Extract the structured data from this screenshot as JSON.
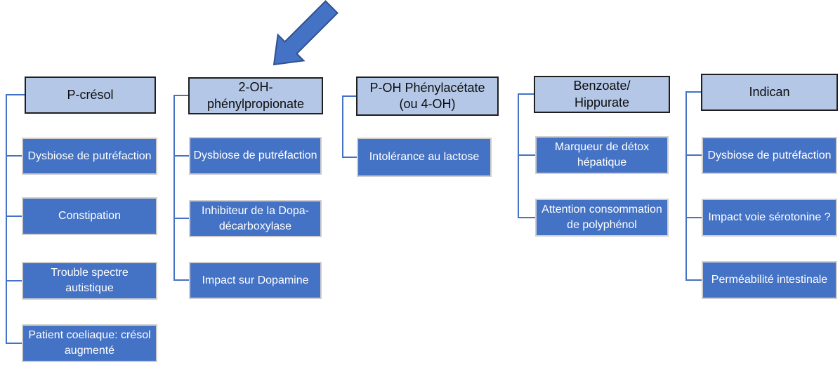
{
  "diagram": {
    "title_hint": "metabolite markers mind-map",
    "colors": {
      "header_fill": "#B4C7E7",
      "header_border": "#1F1F1F",
      "header_text": "#0D0D0D",
      "child_fill": "#4472C4",
      "child_border": "#D0CECE",
      "child_text": "#FFFFFF",
      "connector": "#4472C4",
      "arrow_fill": "#4472C4",
      "arrow_outline": "#2F528F"
    },
    "arrow": {
      "icon": "down-left-block-arrow",
      "points_at": "2-OH-phénylpropionate"
    },
    "columns": [
      {
        "header": "P-crésol",
        "children": [
          "Dysbiose de putréfaction",
          "Constipation",
          "Trouble spectre\nautistique",
          "Patient coeliaque: crésol\naugmenté"
        ]
      },
      {
        "header": "2-OH-\nphénylpropionate",
        "children": [
          "Dysbiose de putréfaction",
          "Inhibiteur de la Dopa-\ndécarboxylase",
          "Impact sur Dopamine"
        ]
      },
      {
        "header": "P-OH Phénylacétate\n(ou 4-OH)",
        "children": [
          "Intolérance au lactose"
        ]
      },
      {
        "header": "Benzoate/\nHippurate",
        "children": [
          "Marqueur de détox\nhépatique",
          "Attention consommation\nde polyphénol"
        ]
      },
      {
        "header": "Indican",
        "children": [
          "Dysbiose de putréfaction",
          "Impact voie sérotonine ?",
          "Perméabilité intestinale"
        ]
      }
    ]
  }
}
